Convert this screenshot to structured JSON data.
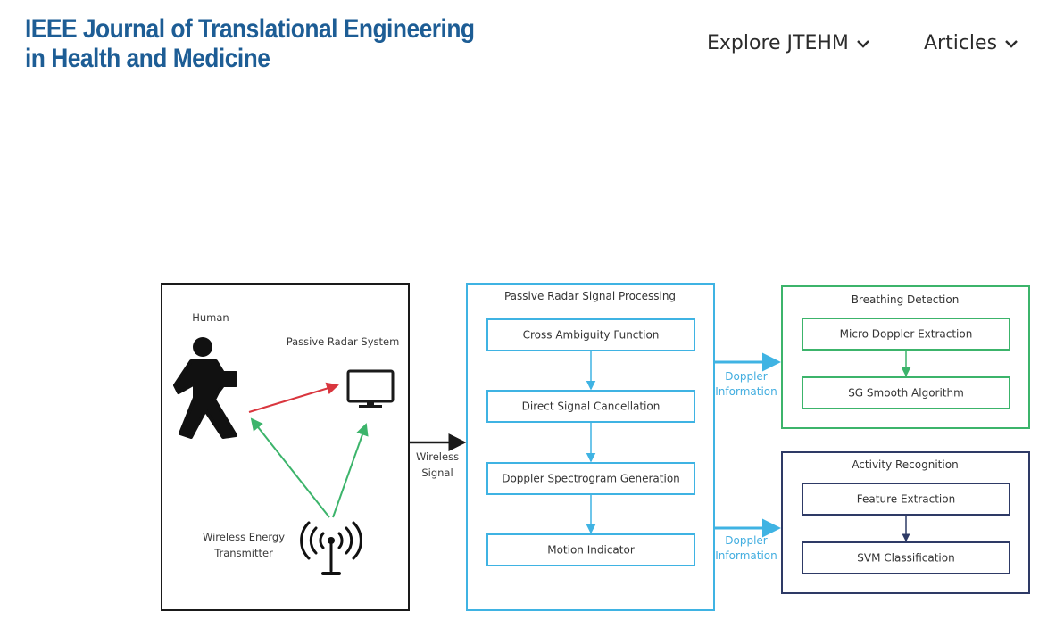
{
  "header": {
    "journal_title_line1": "IEEE Journal of Translational Engineering",
    "journal_title_line2": "in Health and Medicine",
    "nav": [
      {
        "label": "Explore JTEHM",
        "icon": "chevron-down-icon"
      },
      {
        "label": "Articles",
        "icon": "chevron-down-icon"
      }
    ]
  },
  "diagram": {
    "colors": {
      "blue": "#3fb3e3",
      "green": "#3cb46b",
      "navy": "#2e3a66",
      "red": "#d9363e",
      "black": "#1a1a1a"
    },
    "environment": {
      "human_label": "Human",
      "radar_label": "Passive Radar System",
      "transmitter_label_line1": "Wireless Energy",
      "transmitter_label_line2": "Transmitter"
    },
    "wireless_signal": {
      "line1": "Wireless",
      "line2": "Signal"
    },
    "processing": {
      "title": "Passive Radar Signal Processing",
      "steps": [
        "Cross Ambiguity Function",
        "Direct Signal Cancellation",
        "Doppler Spectrogram Generation",
        "Motion Indicator"
      ]
    },
    "doppler_info": {
      "line1": "Doppler",
      "line2": "Information"
    },
    "breathing": {
      "title": "Breathing Detection",
      "steps": [
        "Micro Doppler Extraction",
        "SG Smooth Algorithm"
      ]
    },
    "activity": {
      "title": "Activity Recognition",
      "steps": [
        "Feature Extraction",
        "SVM Classification"
      ]
    }
  }
}
